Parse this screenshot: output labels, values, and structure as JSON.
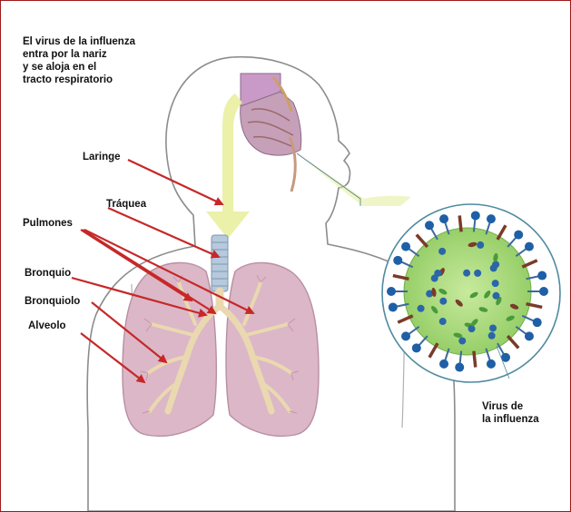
{
  "intro_text": "El virus de la influenza\nentra por la nariz\ny se aloja en el\ntracto respiratorio",
  "labels": {
    "laringe": "Laringe",
    "traquea": "Tráquea",
    "pulmones": "Pulmones",
    "bronquio": "Bronquio",
    "bronquiolo": "Bronquiolo",
    "alveolo": "Alveolo",
    "virus": "Virus de\nla influenza"
  },
  "colors": {
    "frame": "#9b1b1b",
    "arrow": "#c62828",
    "lung": "#d9b2c4",
    "bronchi": "#ecdcb6",
    "flow_arrow": "#e9ef9e",
    "virus_body": "#a7d77a",
    "spike_tip": "#1f5fa6",
    "spike_stem": "#7a3b2a",
    "nasal": "#c99ac8"
  }
}
